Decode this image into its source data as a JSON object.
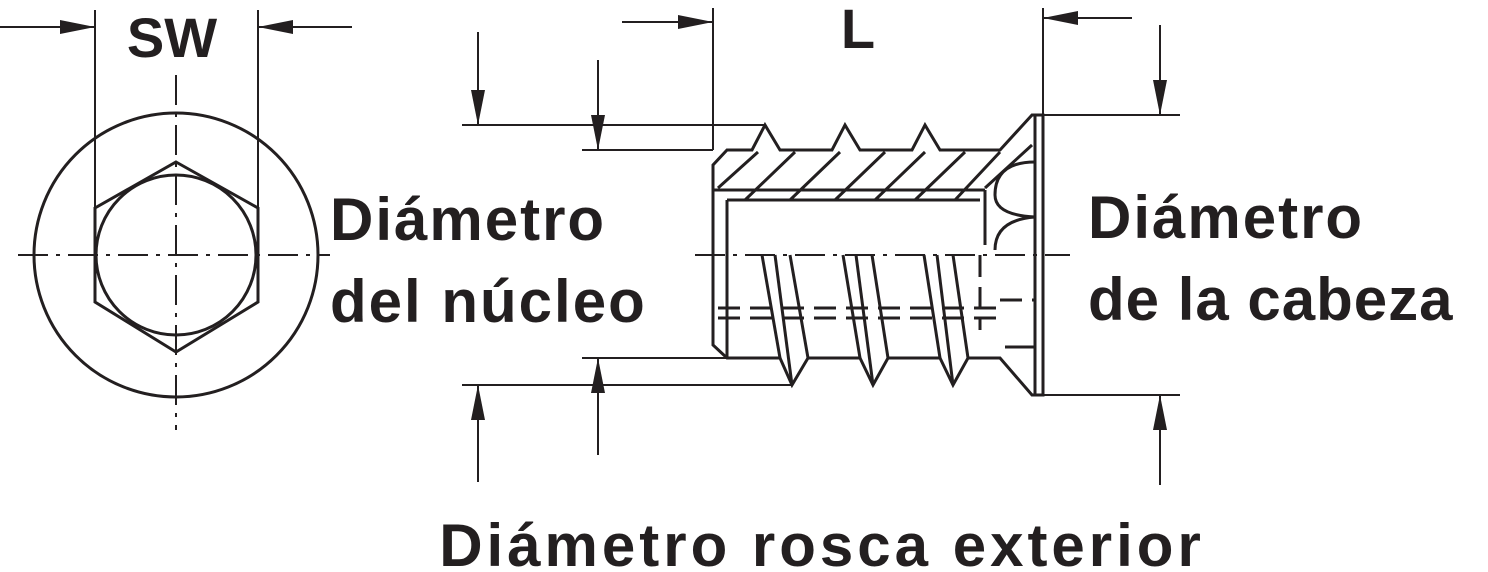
{
  "labels": {
    "sw": "SW",
    "length": "L",
    "core_diameter_line1": "Diámetro",
    "core_diameter_line2": "del núcleo",
    "head_diameter_line1": "Diámetro",
    "head_diameter_line2": "de la cabeza",
    "outer_thread_diameter": "Diámetro rosca exterior"
  },
  "colors": {
    "ink": "#231f20",
    "background": "#ffffff"
  }
}
